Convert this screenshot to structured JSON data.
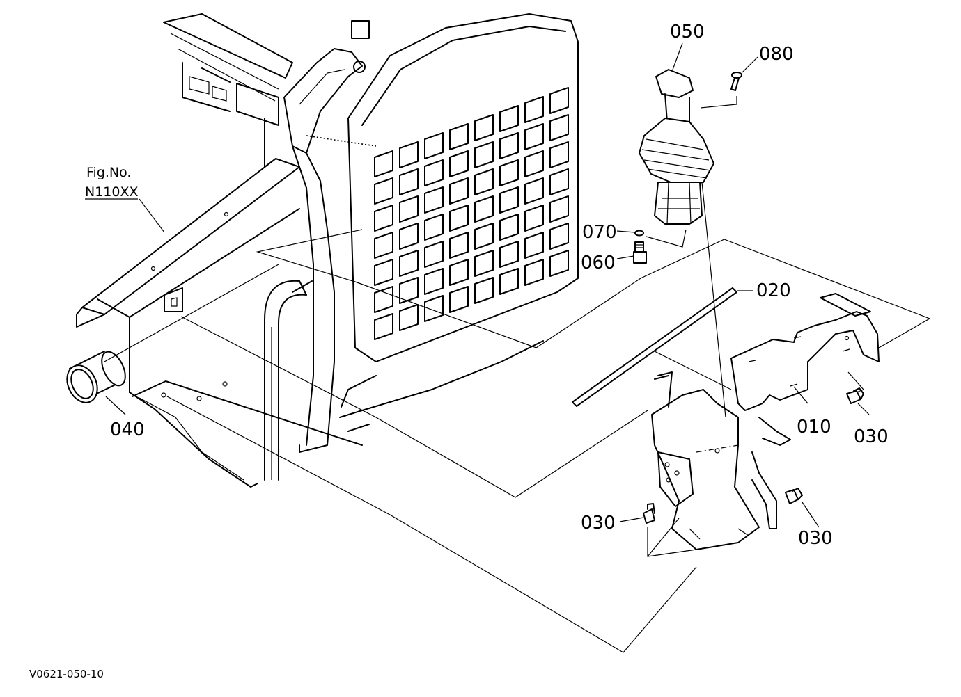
{
  "labels": {
    "p050": "050",
    "p080": "080",
    "p070": "070",
    "p060": "060",
    "p020": "020",
    "p010": "010",
    "p030_a": "030",
    "p030_b": "030",
    "p030_c": "030",
    "p040": "040"
  },
  "reference": {
    "line1": "Fig.No.",
    "line2": "N110XX"
  },
  "drawing_code": "V0621-050-10"
}
